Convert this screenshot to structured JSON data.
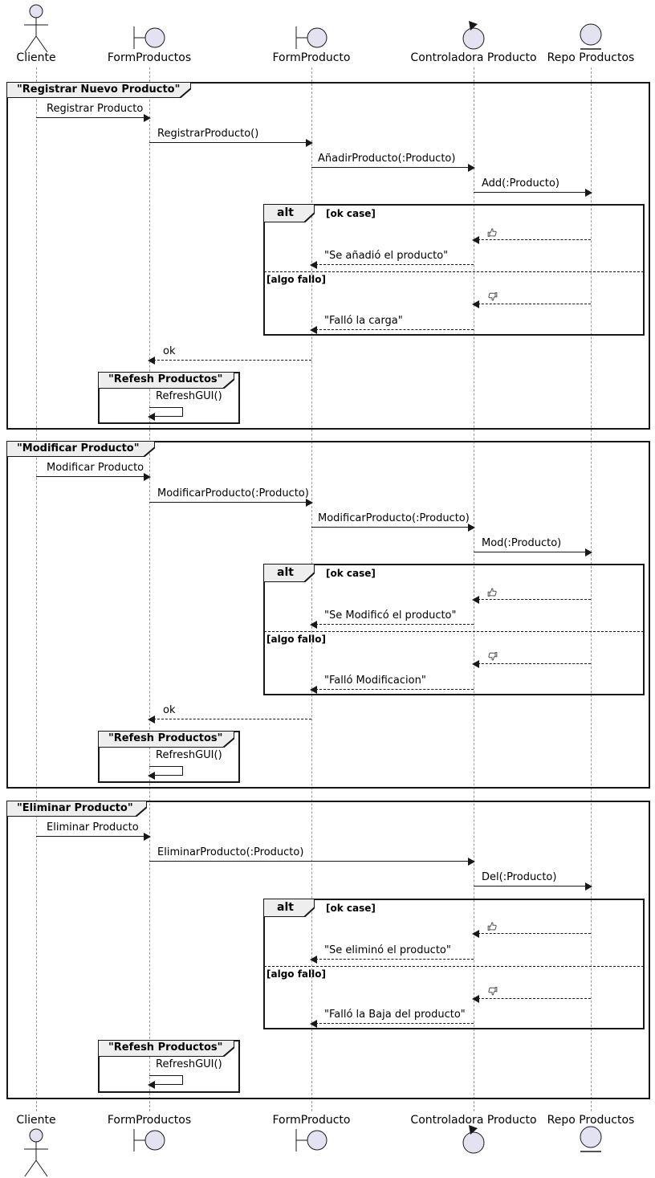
{
  "diagram_type": "uml-sequence-diagram",
  "participants": [
    {
      "label": "Cliente",
      "icon": "actor-icon"
    },
    {
      "label": "FormProductos",
      "icon": "boundary-icon"
    },
    {
      "label": "FormProducto",
      "icon": "boundary-icon"
    },
    {
      "label": "Controladora Producto",
      "icon": "control-icon"
    },
    {
      "label": "Repo Productos",
      "icon": "entity-icon"
    }
  ],
  "alt": {
    "keyword": "alt",
    "ok_guard": "[ok case]",
    "fail_guard": "[algo fallo]"
  },
  "refresh_frame": {
    "title": "\"Refesh Productos\"",
    "message": "RefreshGUI()"
  },
  "frames": [
    {
      "title": "\"Registrar Nuevo Producto\"",
      "messages": {
        "request": "Registrar Producto",
        "form_call": "RegistrarProducto()",
        "controller_call": "AñadirProducto(:Producto)",
        "repo_call": "Add(:Producto)",
        "ok_reply": "\"Se añadió el producto\"",
        "fail_reply": "\"Falló la carga\"",
        "return": "ok"
      }
    },
    {
      "title": "\"Modificar Producto\"",
      "messages": {
        "request": "Modificar Producto",
        "form_call": "ModificarProducto(:Producto)",
        "controller_call": "ModificarProducto(:Producto)",
        "repo_call": "Mod(:Producto)",
        "ok_reply": "\"Se Modificó el producto\"",
        "fail_reply": "\"Falló Modificacion\"",
        "return": "ok"
      }
    },
    {
      "title": "\"Eliminar Producto\"",
      "messages": {
        "request": "Eliminar Producto",
        "controller_call": "EliminarProducto(:Producto)",
        "repo_call": "Del(:Producto)",
        "ok_reply": "\"Se eliminó el producto\"",
        "fail_reply": "\"Falló la Baja del producto\""
      }
    }
  ],
  "icons": {
    "ok_result": "thumbs-up-icon",
    "fail_result": "thumbs-down-icon"
  },
  "colors": {
    "participant_fill": "#E2E2F0",
    "frame_tab_fill": "#EEEEEE",
    "line": "#181818",
    "lifeline": "#999999",
    "background": "#FFFFFF"
  }
}
